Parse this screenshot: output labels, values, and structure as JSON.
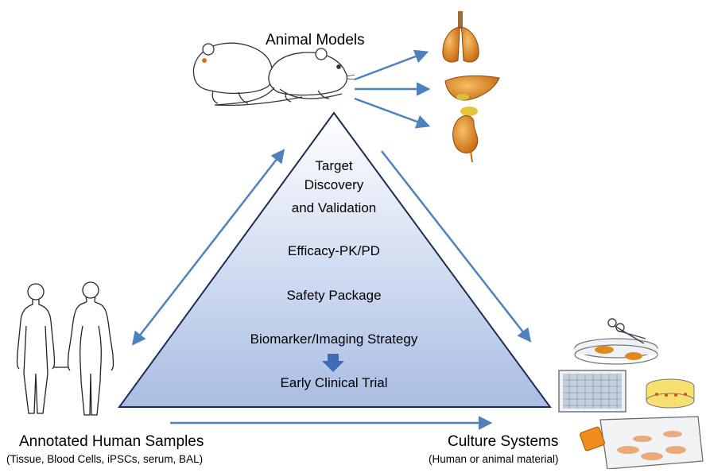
{
  "animal_models": {
    "label": "Animal Models"
  },
  "triangle": {
    "target_line1": "Target",
    "target_line2": "Discovery",
    "target_line3": "and Validation",
    "efficacy": "Efficacy-PK/PD",
    "safety": "Safety Package",
    "biomarker": "Biomarker/Imaging Strategy",
    "clinical": "Early Clinical Trial"
  },
  "human_samples": {
    "title": "Annotated Human Samples",
    "subtitle": "(Tissue, Blood Cells, iPSCs, serum, BAL)"
  },
  "culture_systems": {
    "title": "Culture Systems",
    "subtitle": "(Human or animal material)"
  },
  "colors": {
    "arrow": "#4f81bd",
    "triangle_top": "#ffffff",
    "triangle_bottom": "#a9bde3",
    "triangle_edge": "#1c2d55",
    "organ": "#e08a1e"
  }
}
